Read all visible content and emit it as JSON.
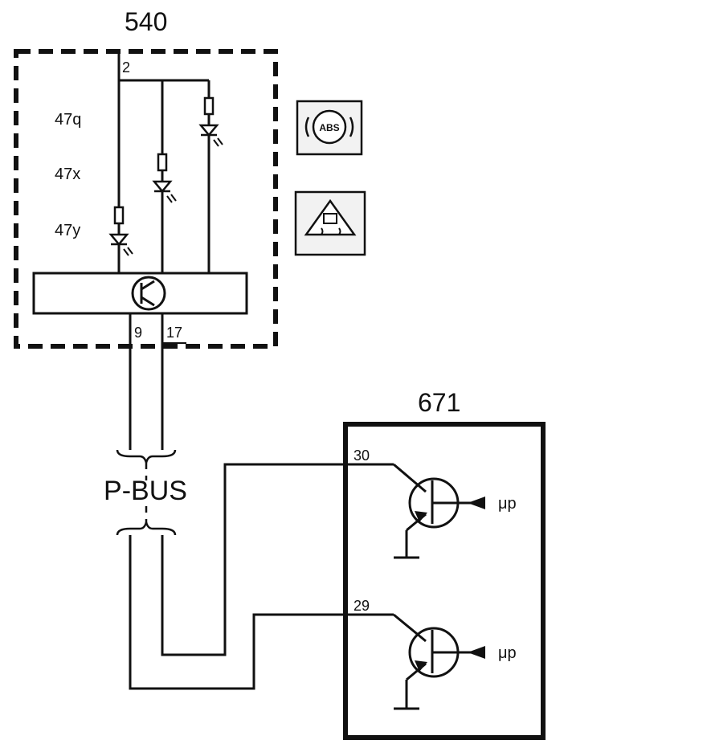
{
  "modules": [
    {
      "id": "540",
      "label": "540"
    },
    {
      "id": "671",
      "label": "671"
    }
  ],
  "module540": {
    "pin_top": "2",
    "led_labels": [
      "47q",
      "47x",
      "47y"
    ],
    "pin_left": "9",
    "pin_right": "17",
    "icons": [
      "abs-warning-icon",
      "traction-control-warning-icon"
    ],
    "icon_abs_text": "ABS"
  },
  "bus": {
    "label": "P-BUS"
  },
  "module671": {
    "pin_upper": "30",
    "pin_lower": "29",
    "mp_label": "μp"
  },
  "colors": {
    "line": "#111111",
    "background": "#ffffff"
  }
}
